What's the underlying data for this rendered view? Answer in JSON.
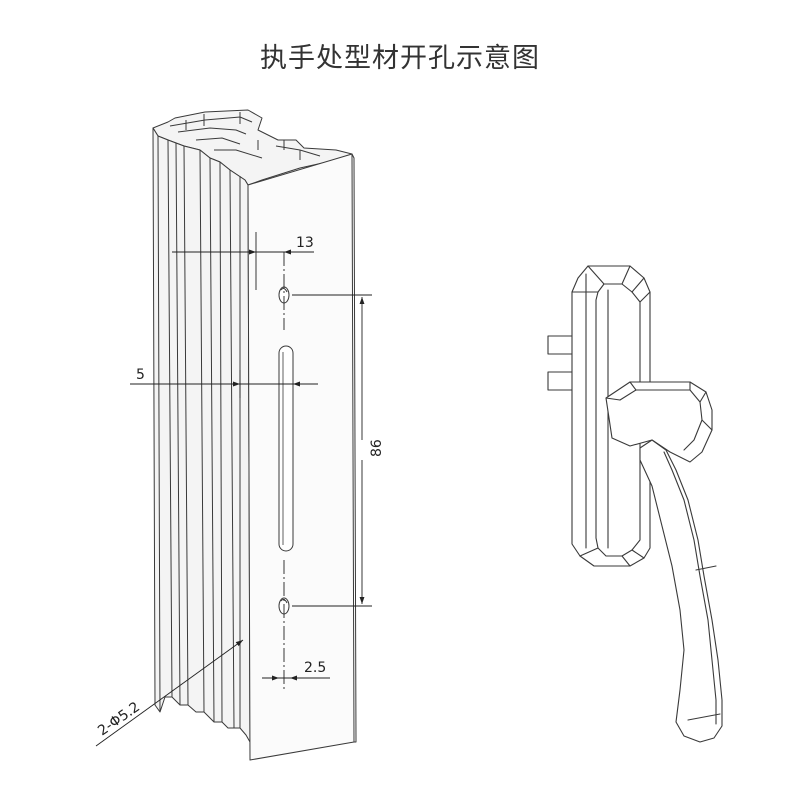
{
  "title": "执手处型材开孔示意图",
  "dimensions": {
    "hole_offset": "13",
    "slot_offset": "5",
    "hole_spacing": "86",
    "slot_width": "2.5",
    "hole_callout": "2-Φ5.2"
  },
  "colors": {
    "line": "#3a3a3a",
    "dim_line": "#222222",
    "profile_fill": "#f4f4f4",
    "face_fill": "#fbfbfb",
    "handle_fill": "#ffffff"
  }
}
